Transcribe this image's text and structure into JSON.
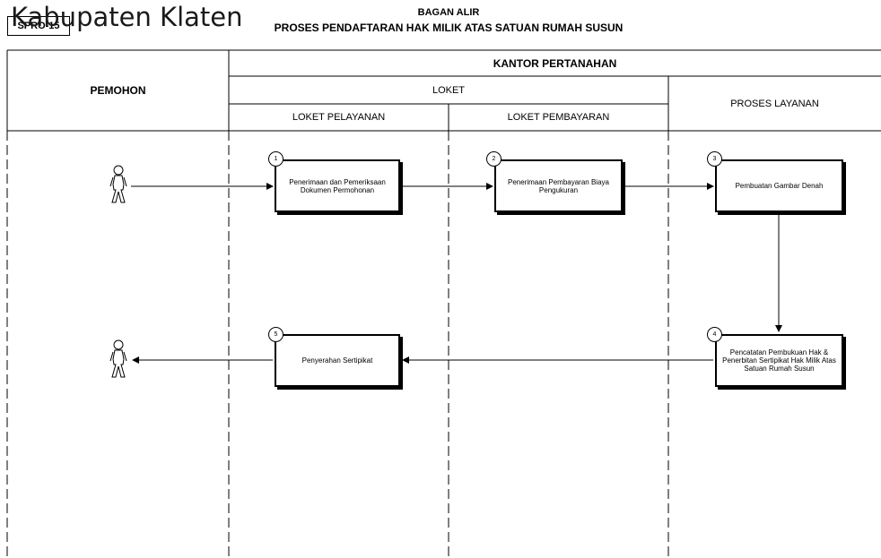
{
  "overlay_title": "Kabupaten Klaten",
  "doc_code": "SPRO-15",
  "title_line1": "BAGAN ALIR",
  "title_line2": "PROSES PENDAFTARAN HAK MILIK ATAS SATUAN RUMAH SUSUN",
  "headers": {
    "pemohon": "PEMOHON",
    "kantor": "KANTOR PERTANAHAN",
    "loket": "LOKET",
    "loket_pelayanan": "LOKET PELAYANAN",
    "loket_pembayaran": "LOKET PEMBAYARAN",
    "proses_layanan": "PROSES LAYANAN"
  },
  "steps": [
    {
      "number": "1",
      "text": "Penerimaan dan Pemeriksaan Dokumen Permohonan"
    },
    {
      "number": "2",
      "text": "Penerimaan Pembayaran Biaya Pengukuran"
    },
    {
      "number": "3",
      "text": "Pembuatan Gambar Denah"
    },
    {
      "number": "4",
      "text": "Pencatatan Pembukuan Hak & Penerbitan Sertipikat Hak Milik Atas Satuan Rumah Susun"
    },
    {
      "number": "5",
      "text": "Penyerahan Sertipikat"
    }
  ],
  "icons": {
    "start_actor": "person-icon",
    "end_actor": "person-icon"
  }
}
